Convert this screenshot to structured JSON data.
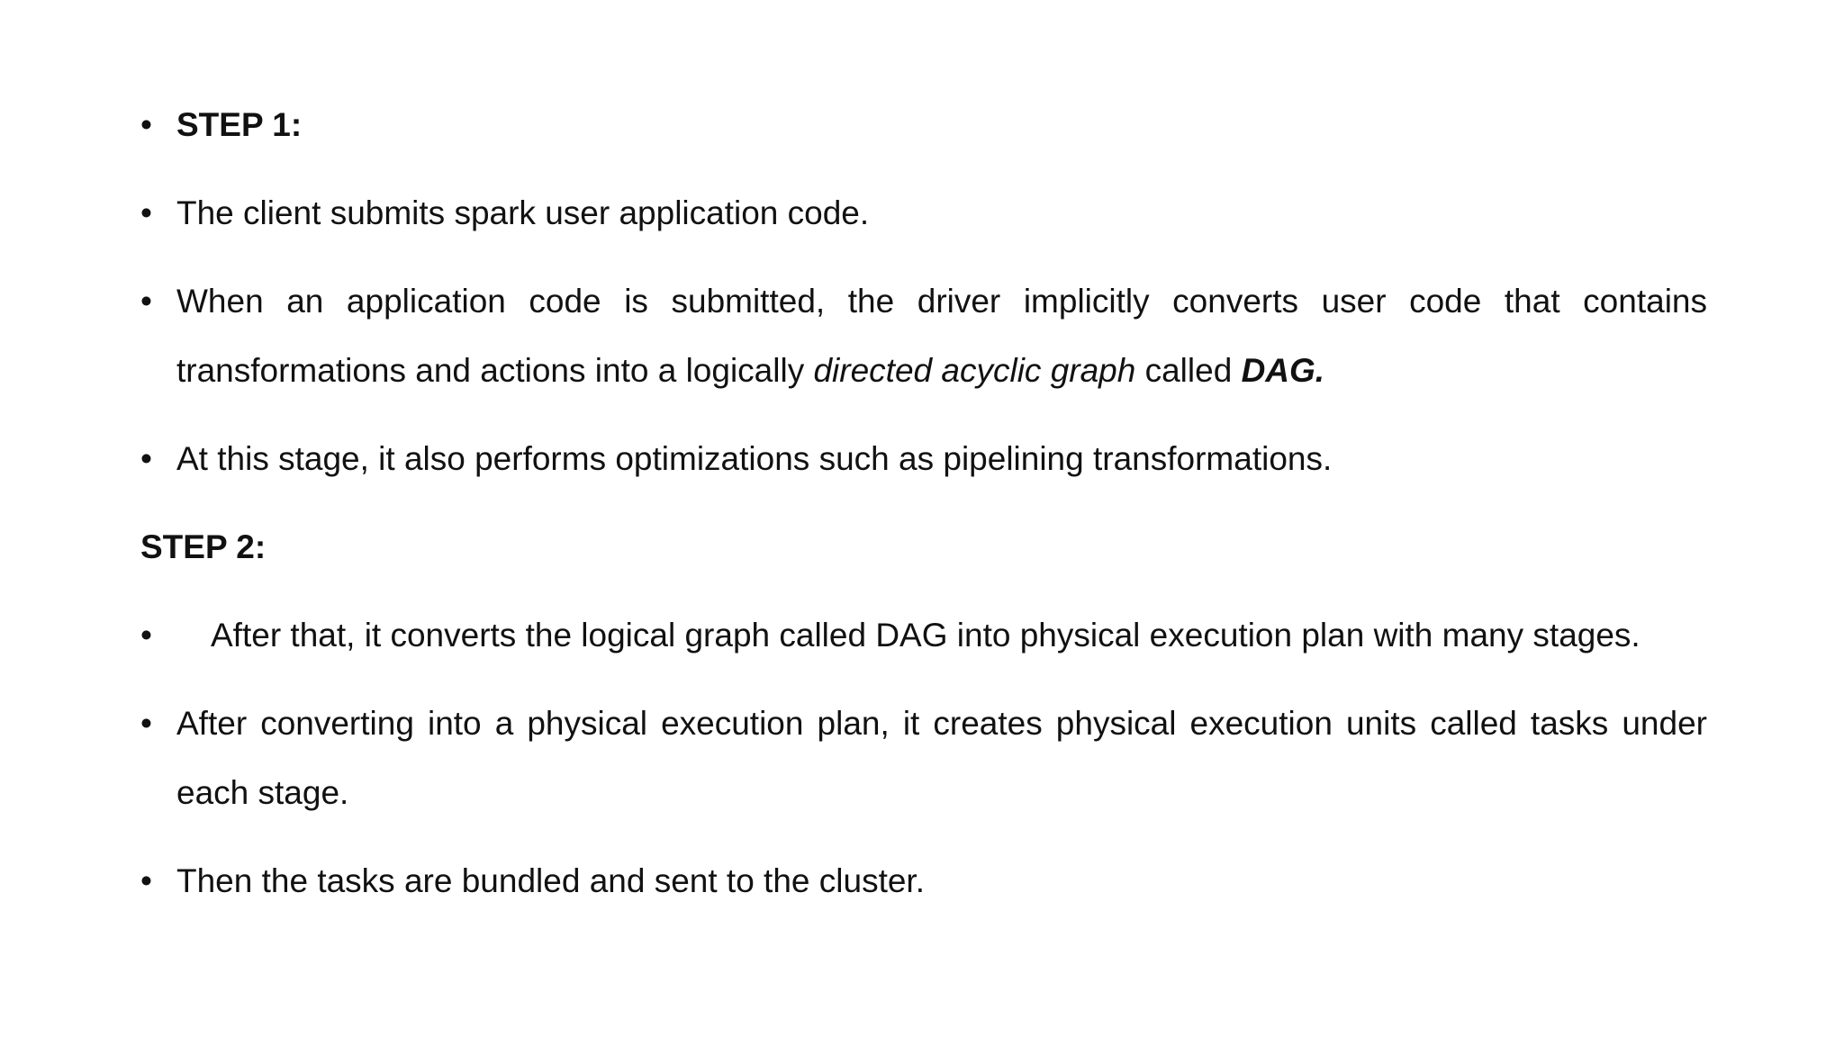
{
  "bullet_char": "•",
  "step1": {
    "heading": "STEP 1:",
    "item1": "The client submits spark user application code.",
    "item2": {
      "text_before": "When an application code is submitted, the driver implicitly converts user code that contains transformations and actions into a logically ",
      "italic": "directed acyclic graph",
      "text_middle": " called ",
      "bold_italic": "DAG."
    },
    "item3": "At this stage, it also performs optimizations such as pipelining transformations."
  },
  "step2": {
    "heading": "STEP 2:",
    "item1": "After that, it converts the logical graph called DAG into physical execution plan with many stages.",
    "item2": "After converting into a physical execution plan, it creates physical execution units called tasks under each stage.",
    "item3": "Then the tasks are bundled and sent to the cluster."
  }
}
